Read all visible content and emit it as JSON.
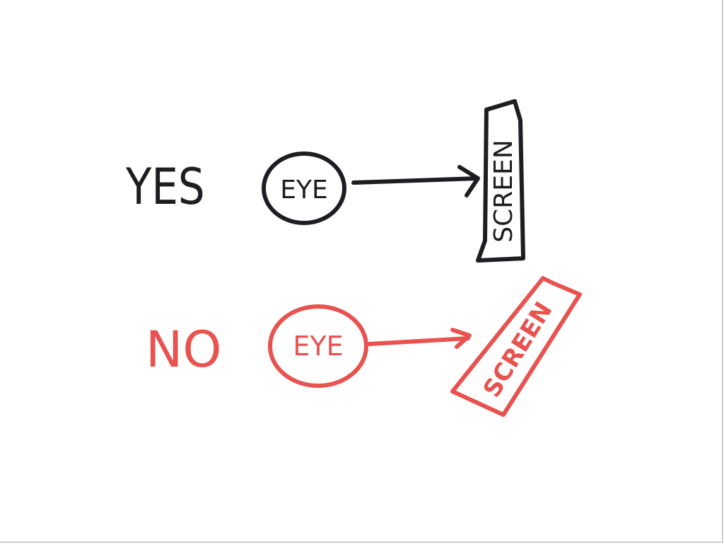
{
  "colors": {
    "black": "#1e1e22",
    "red": "#e8524f"
  },
  "rows": [
    {
      "verdict": "YES",
      "source": "EYE",
      "target": "SCREEN",
      "orientation": "perpendicular"
    },
    {
      "verdict": "NO",
      "source": "EYE",
      "target": "SCREEN",
      "orientation": "tilted"
    }
  ]
}
